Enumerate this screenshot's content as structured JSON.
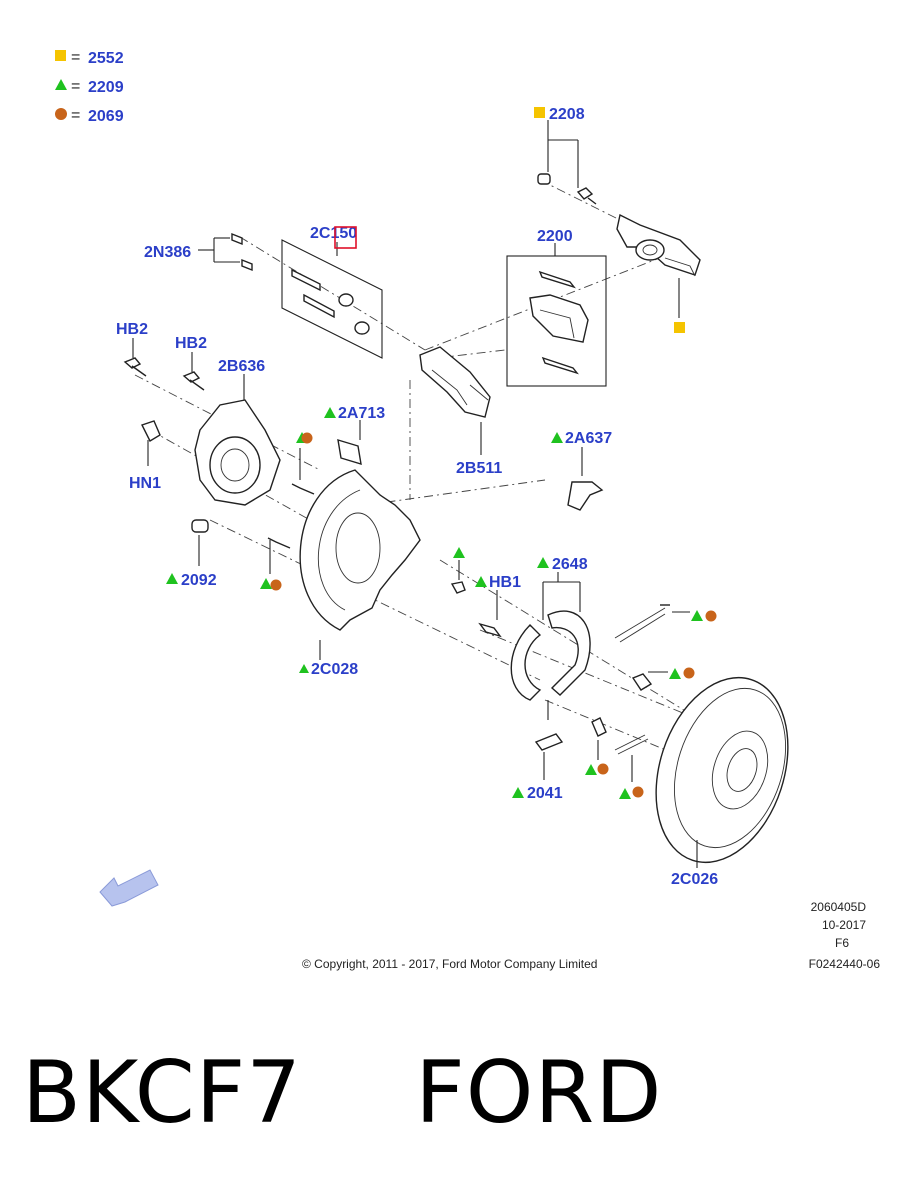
{
  "legend": [
    {
      "symbol": "square",
      "color": "#f5c400",
      "equals": "=",
      "code": "2552"
    },
    {
      "symbol": "triangle",
      "color": "#1fc21f",
      "equals": "=",
      "code": "2209"
    },
    {
      "symbol": "circle",
      "color": "#c8641a",
      "equals": "=",
      "code": "2069"
    }
  ],
  "labels": {
    "l2208": "2208",
    "l2c150": "2C150",
    "l2n386": "2N386",
    "l2200": "2200",
    "lhb2a": "HB2",
    "lhb2b": "HB2",
    "l2b636": "2B636",
    "l2a713": "2A713",
    "l2a637": "2A637",
    "lhn1": "HN1",
    "l2b511": "2B511",
    "l2092": "2092",
    "l2648": "2648",
    "lhb1": "HB1",
    "l2c028": "2C028",
    "l2041": "2041",
    "l2c026": "2C026"
  },
  "meta": {
    "ref": "2060405D",
    "date": "10-2017",
    "fig": "F6",
    "code": "F0242440-06",
    "copyright": "© Copyright, 2011 - 2017, Ford Motor Company Limited"
  },
  "footer": {
    "part_number": "BKCF7",
    "brand": "FORD"
  },
  "colors": {
    "label_blue": "#2b3fc8",
    "square_yellow": "#f5c400",
    "triangle_green": "#1fc21f",
    "circle_brown": "#c8641a",
    "highlight_red": "#e0102a",
    "arrow_blue": "#b7c3ee"
  }
}
